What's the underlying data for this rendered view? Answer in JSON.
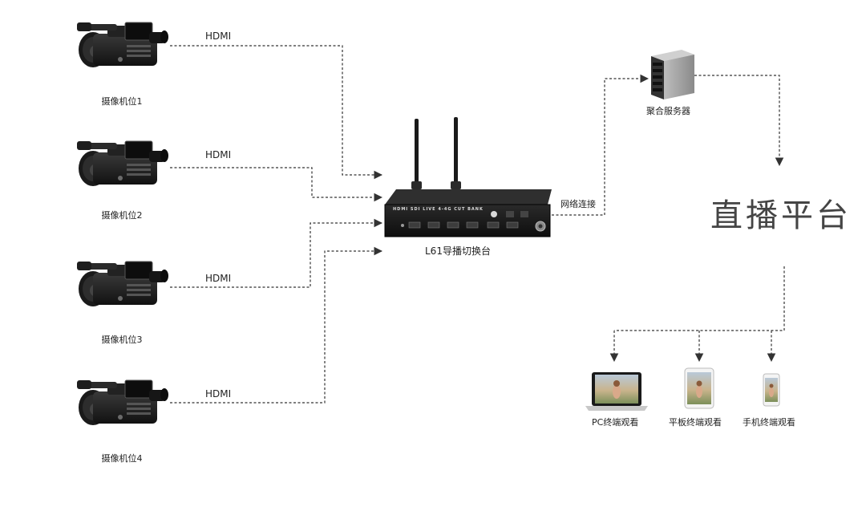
{
  "colors": {
    "line": "#333333",
    "device": "#1e1e1e",
    "text": "#222222",
    "platform_text": "#444444"
  },
  "cameras": [
    {
      "label": "摄像机位1",
      "link": "HDMI"
    },
    {
      "label": "摄像机位2",
      "link": "HDMI"
    },
    {
      "label": "摄像机位3",
      "link": "HDMI"
    },
    {
      "label": "摄像机位4",
      "link": "HDMI"
    }
  ],
  "switcher": {
    "label": "L61导播切换台",
    "panel_text": "HDMI SDI LIVE 4-4G CUT BANK"
  },
  "network_link": "网络连接",
  "server": {
    "label": "聚合服务器"
  },
  "platform": {
    "label": "直播平台"
  },
  "viewers": [
    {
      "label": "PC终端观看",
      "icon": "laptop-icon"
    },
    {
      "label": "平板终端观看",
      "icon": "tablet-icon"
    },
    {
      "label": "手机终端观看",
      "icon": "phone-icon"
    }
  ]
}
